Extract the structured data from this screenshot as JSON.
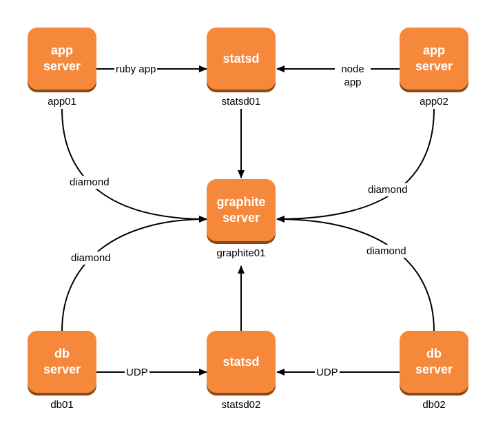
{
  "nodes": {
    "app01": {
      "line1": "app",
      "line2": "server",
      "name": "app01"
    },
    "statsd01": {
      "line1": "statsd",
      "line2": "",
      "name": "statsd01"
    },
    "app02": {
      "line1": "app",
      "line2": "server",
      "name": "app02"
    },
    "graphite01": {
      "line1": "graphite",
      "line2": "server",
      "name": "graphite01"
    },
    "db01": {
      "line1": "db",
      "line2": "server",
      "name": "db01"
    },
    "statsd02": {
      "line1": "statsd",
      "line2": "",
      "name": "statsd02"
    },
    "db02": {
      "line1": "db",
      "line2": "server",
      "name": "db02"
    }
  },
  "edges": {
    "app01_statsd01": "ruby app",
    "app02_statsd01_l1": "node",
    "app02_statsd01_l2": "app",
    "app01_graphite": "diamond",
    "app02_graphite": "diamond",
    "db01_graphite": "diamond",
    "db02_graphite": "diamond",
    "db01_statsd02": "UDP",
    "db02_statsd02": "UDP"
  },
  "colors": {
    "node_fill": "#f5883a",
    "node_shadow": "#8a4a16",
    "line": "#000000"
  }
}
